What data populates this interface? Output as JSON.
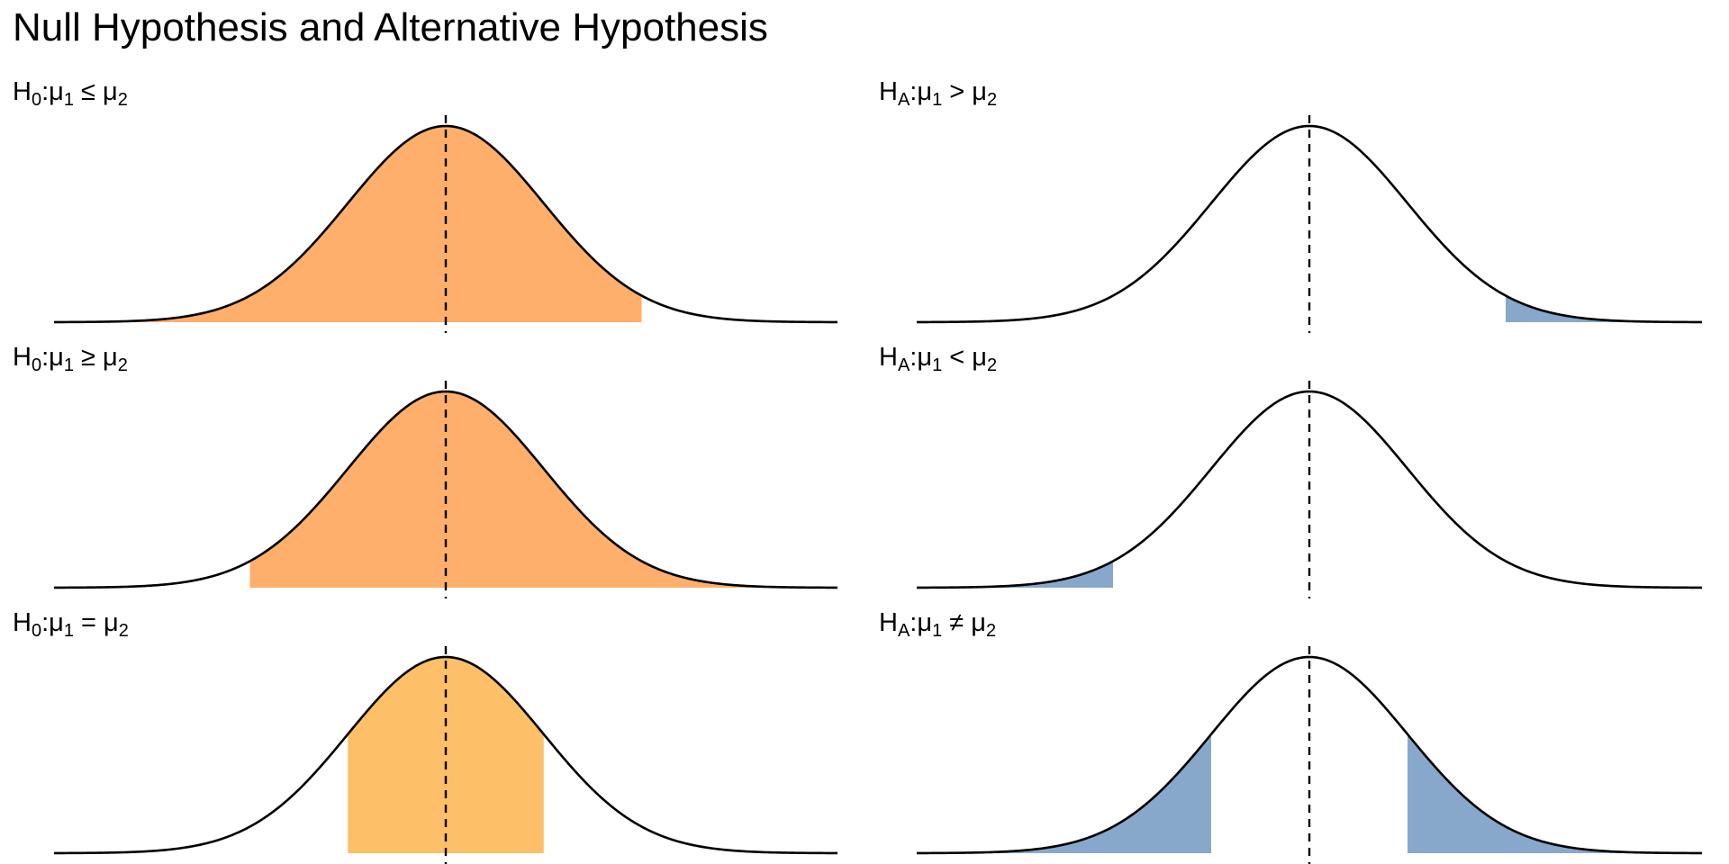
{
  "title": "Null Hypothesis and Alternative Hypothesis",
  "colors": {
    "null_fill": "#FDAF6B",
    "null_equal_fill": "#FDBF68",
    "alt_fill": "#88A8CB",
    "curve": "#000000",
    "mean_line": "#000000"
  },
  "chart_data": [
    {
      "type": "area",
      "panel": "left-1",
      "label_parts": [
        "H",
        "0",
        ":μ",
        "1",
        " ≤ μ",
        "2"
      ],
      "distribution": "normal",
      "mean": 0,
      "sd": 1,
      "xlim": [
        -4,
        4
      ],
      "shaded_ranges": [
        [
          -4,
          2
        ]
      ],
      "fill": "#FDAF6B",
      "mean_line": "dashed"
    },
    {
      "type": "area",
      "panel": "right-1",
      "label_parts": [
        "H",
        "A",
        ":μ",
        "1",
        " > μ",
        "2"
      ],
      "distribution": "normal",
      "mean": 0,
      "sd": 1,
      "xlim": [
        -4,
        4
      ],
      "shaded_ranges": [
        [
          2,
          4
        ]
      ],
      "fill": "#88A8CB",
      "mean_line": "dashed"
    },
    {
      "type": "area",
      "panel": "left-2",
      "label_parts": [
        "H",
        "0",
        ":μ",
        "1",
        " ≥ μ",
        "2"
      ],
      "distribution": "normal",
      "mean": 0,
      "sd": 1,
      "xlim": [
        -4,
        4
      ],
      "shaded_ranges": [
        [
          -2,
          4
        ]
      ],
      "fill": "#FDAF6B",
      "mean_line": "dashed"
    },
    {
      "type": "area",
      "panel": "right-2",
      "label_parts": [
        "H",
        "A",
        ":μ",
        "1",
        " < μ",
        "2"
      ],
      "distribution": "normal",
      "mean": 0,
      "sd": 1,
      "xlim": [
        -4,
        4
      ],
      "shaded_ranges": [
        [
          -4,
          -2
        ]
      ],
      "fill": "#88A8CB",
      "mean_line": "dashed"
    },
    {
      "type": "area",
      "panel": "left-3",
      "label_parts": [
        "H",
        "0",
        ":μ",
        "1",
        " = μ",
        "2"
      ],
      "distribution": "normal",
      "mean": 0,
      "sd": 1,
      "xlim": [
        -4,
        4
      ],
      "shaded_ranges": [
        [
          -1,
          1
        ]
      ],
      "fill": "#FDBF68",
      "mean_line": "dashed"
    },
    {
      "type": "area",
      "panel": "right-3",
      "label_parts": [
        "H",
        "A",
        ":μ",
        "1",
        " ≠ μ",
        "2"
      ],
      "distribution": "normal",
      "mean": 0,
      "sd": 1,
      "xlim": [
        -4,
        4
      ],
      "shaded_ranges": [
        [
          -4,
          -1
        ],
        [
          1,
          4
        ]
      ],
      "fill": "#88A8CB",
      "mean_line": "dashed"
    }
  ]
}
